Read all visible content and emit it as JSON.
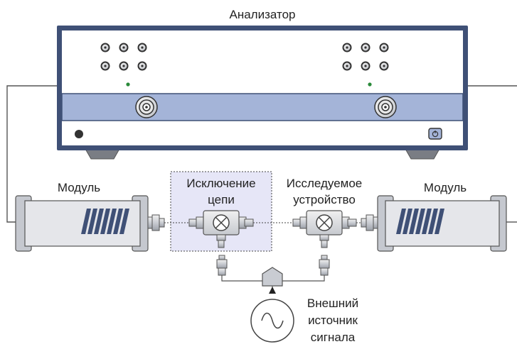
{
  "labels": {
    "analyzer": "Анализатор",
    "module_left": "Модуль",
    "module_right": "Модуль",
    "deembed_line1": "Исключение",
    "deembed_line2": "цепи",
    "dut_line1": "Исследуемое",
    "dut_line2": "устройство",
    "source_line1": "Внешний",
    "source_line2": "источник",
    "source_line3": "сигнала"
  },
  "colors": {
    "analyzer_frame": "#3f5076",
    "analyzer_band": "#a4b4d8",
    "analyzer_body": "#ffffff",
    "deembed_box_fill": "#e6e6f7",
    "module_fill": "#e5e6ea",
    "module_cap": "#c5c8cf",
    "module_vents": "#3f5076",
    "led": "#2a8a3a",
    "line": "#555555"
  },
  "icons": {
    "analyzer_ports": "n-type-connector-icon",
    "mixer": "mixer-x-icon",
    "source": "sine-wave-icon",
    "splitter": "splitter-icon",
    "power": "power-icon"
  }
}
